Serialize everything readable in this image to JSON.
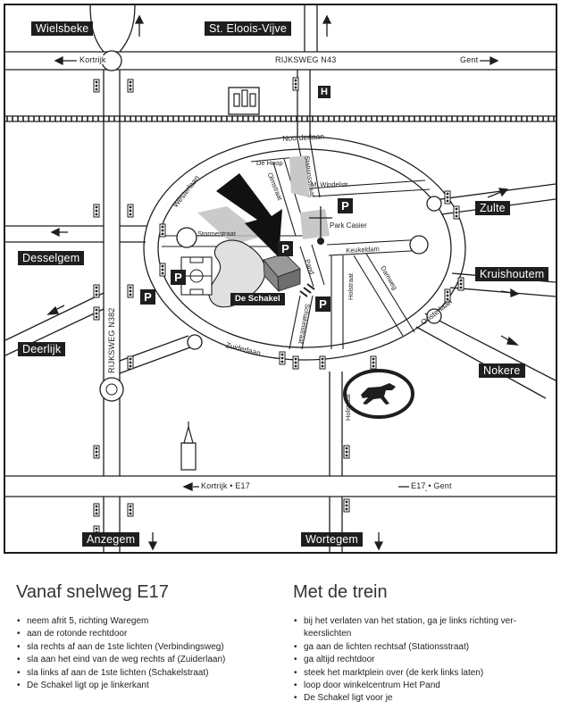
{
  "map": {
    "towns": {
      "wielsbeke": "Wielsbeke",
      "st_eloois_vijve": "St. Eloois-Vijve",
      "zulte": "Zulte",
      "desselgem": "Desselgem",
      "kruishoutem": "Kruishoutem",
      "deerlijk": "Deerlijk",
      "nokere": "Nokere",
      "anzegem": "Anzegem",
      "wortegem": "Wortegem"
    },
    "roads": {
      "n43_west": "Kortrijk",
      "n43_name": "RIJKSWEG N43",
      "n43_east": "Gent",
      "n382_name": "RIJKSWEG N382",
      "e17_west": "Kortrijk • E17",
      "e17_east": "E17 • Gent"
    },
    "streets": {
      "noorderlaan": "Noorderlaan",
      "westerlaan": "Westerlaan",
      "zuiderlaan": "Zuiderlaan",
      "oosterlaan": "Oosterlaan",
      "de_hoop": "De Hoop",
      "olmstraat": "Olmstraat",
      "stationsstraat": "Stationsstraat",
      "m_windelstr": "M. Windelstr.",
      "park_casier": "Park Casier",
      "stormestraat": "Stormestraat",
      "keukeldam": "Keukeldam",
      "damweg": "Damweg",
      "pand": "Pand",
      "schakelstraat": "Schakelstraat",
      "holstraat": "Holstraat",
      "holstraat_south": "Holstraat"
    },
    "destination": "De Schakel",
    "parking_symbol": "P",
    "hospital_symbol": "H"
  },
  "directions": {
    "car": {
      "title": "Vanaf snelweg E17",
      "steps": [
        "neem afrit 5, richting Waregem",
        "aan de rotonde rechtdoor",
        "sla rechts af aan de 1ste lichten (Verbindingsweg)",
        "sla aan het eind van de weg rechts af (Zuiderlaan)",
        "sla links af aan de 1ste lichten (Schakelstraat)",
        "De Schakel ligt op je linkerkant"
      ]
    },
    "train": {
      "title": "Met de trein",
      "steps": [
        "bij het verlaten van het station, ga je links richting ver-keerslichten",
        "ga aan de lichten rechtsaf (Stationsstraat)",
        "ga altijd rechtdoor",
        "steek het marktplein over (de kerk links laten)",
        "loop door winkelcentrum Het Pand",
        "De Schakel ligt voor je"
      ]
    }
  }
}
